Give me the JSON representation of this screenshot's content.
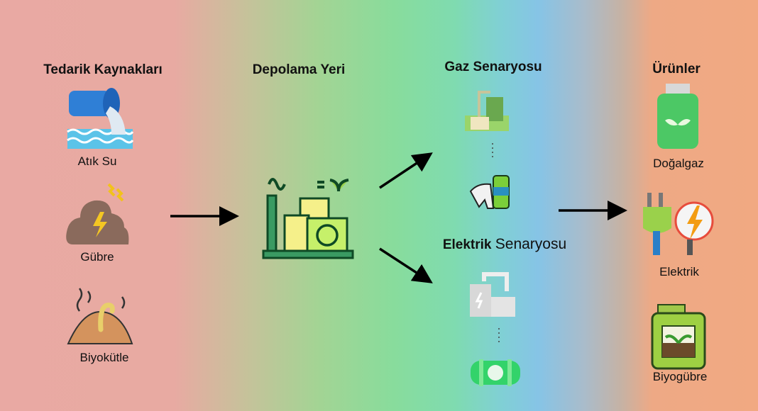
{
  "columns": {
    "sources": {
      "title": "Tedarik Kaynakları",
      "items": [
        {
          "label": "Atık Su",
          "icon": "wastewater-pipe-icon"
        },
        {
          "label": "Gübre",
          "icon": "manure-icon"
        },
        {
          "label": "Biyokütle",
          "icon": "biomass-icon"
        }
      ]
    },
    "storage": {
      "title": "Depolama Yeri",
      "icon": "biogas-factory-icon"
    },
    "gas": {
      "title": "Gaz Senaryosu",
      "icons": [
        "biogas-plant-icon",
        "cow-gas-cylinder-icon"
      ]
    },
    "electric": {
      "title_a": "Elektrik",
      "title_b": "Senaryosu",
      "icons": [
        "power-plant-icon",
        "green-tank-icon"
      ]
    },
    "products": {
      "title": "Ürünler",
      "items": [
        {
          "label": "Doğalgaz",
          "icon": "gas-cylinder-icon"
        },
        {
          "label": "Elektrik",
          "icon": "plug-lightning-icon"
        },
        {
          "label": "Biyogübre",
          "icon": "biofertilizer-can-icon"
        }
      ]
    }
  }
}
